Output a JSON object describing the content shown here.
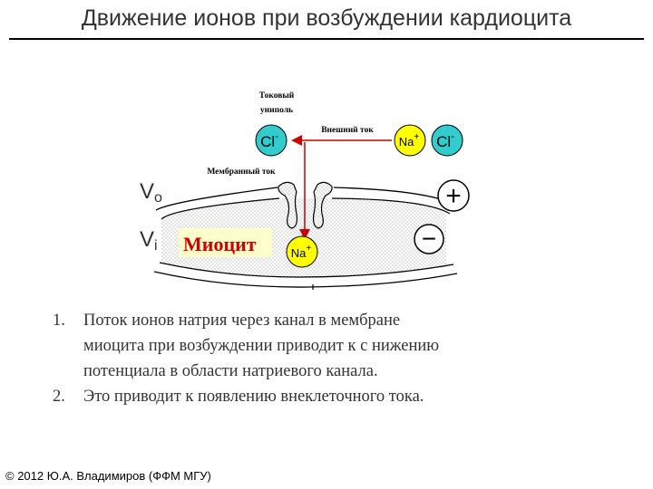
{
  "slide": {
    "title": "Движение ионов при возбуждении кардиоцита",
    "footer": "© 2012 Ю.А. Владимиров (ФФМ МГУ)"
  },
  "diagram": {
    "dipole_label_line1": "Токовый",
    "dipole_label_line2": "униполь",
    "external_current_label": "Внешний ток",
    "membrane_current_label": "Мембранный ток",
    "outer_potential_label": "V",
    "outer_potential_sub": "o",
    "inner_potential_label": "V",
    "inner_potential_sub": "i",
    "cell_label": "Миоцит",
    "ion_cl_left": "Cl",
    "ion_cl_left_charge": "-",
    "ion_na_top": "Na",
    "ion_na_top_charge": "+",
    "ion_cl_right": "Cl",
    "ion_cl_right_charge": "-",
    "ion_na_bottom": "Na",
    "ion_na_bottom_charge": "+",
    "plus_sign": "+",
    "minus_sign": "−",
    "colors": {
      "sodium": "#ffff00",
      "chloride": "#33cccc",
      "arrow": "#cc0000",
      "cell_label": "#cc0000",
      "cell_label_bg": "#ffffcc"
    }
  },
  "list": [
    {
      "num": "1.",
      "lines": [
        "Поток ионов натрия через канал в мембране",
        "миоцита при возбуждении приводит к с нижению",
        "потенциала в области натриевого канала."
      ]
    },
    {
      "num": "2.",
      "lines": [
        "Это приводит к появлению внеклеточного тока."
      ]
    }
  ]
}
